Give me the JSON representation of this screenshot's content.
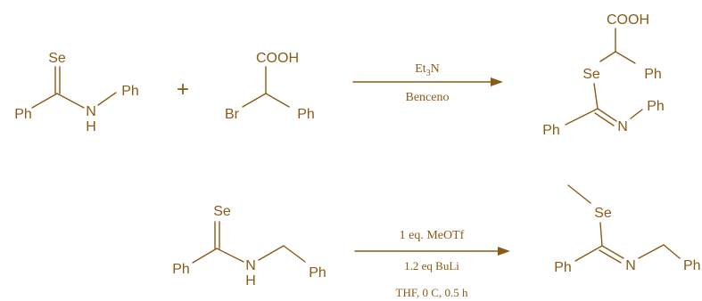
{
  "colors": {
    "ink": "#8a5a17"
  },
  "reaction1": {
    "reactant_a": {
      "se": "Se",
      "ph_left": "Ph",
      "n": "N",
      "h": "H",
      "ph_right": "Ph"
    },
    "plus": "+",
    "reactant_b": {
      "cooh": "COOH",
      "br": "Br",
      "ph": "Ph"
    },
    "conditions": {
      "above": "Et3N",
      "above_base": "Et",
      "above_sub": "3",
      "above_tail": "N",
      "below": "Benceno"
    },
    "product": {
      "cooh": "COOH",
      "se": "Se",
      "ph_ch": "Ph",
      "ph_c": "Ph",
      "n": "N",
      "ph_n": "Ph"
    }
  },
  "reaction2": {
    "reactant": {
      "se": "Se",
      "ph_left": "Ph",
      "n": "N",
      "h": "H",
      "ph_right": "Ph"
    },
    "conditions": {
      "line1": "1 eq. MeOTf",
      "line2": "1.2 eq BuLi",
      "line3": "THF, 0 C, 0.5 h"
    },
    "product": {
      "se": "Se",
      "ph_c": "Ph",
      "n": "N",
      "ph_right": "Ph"
    }
  }
}
